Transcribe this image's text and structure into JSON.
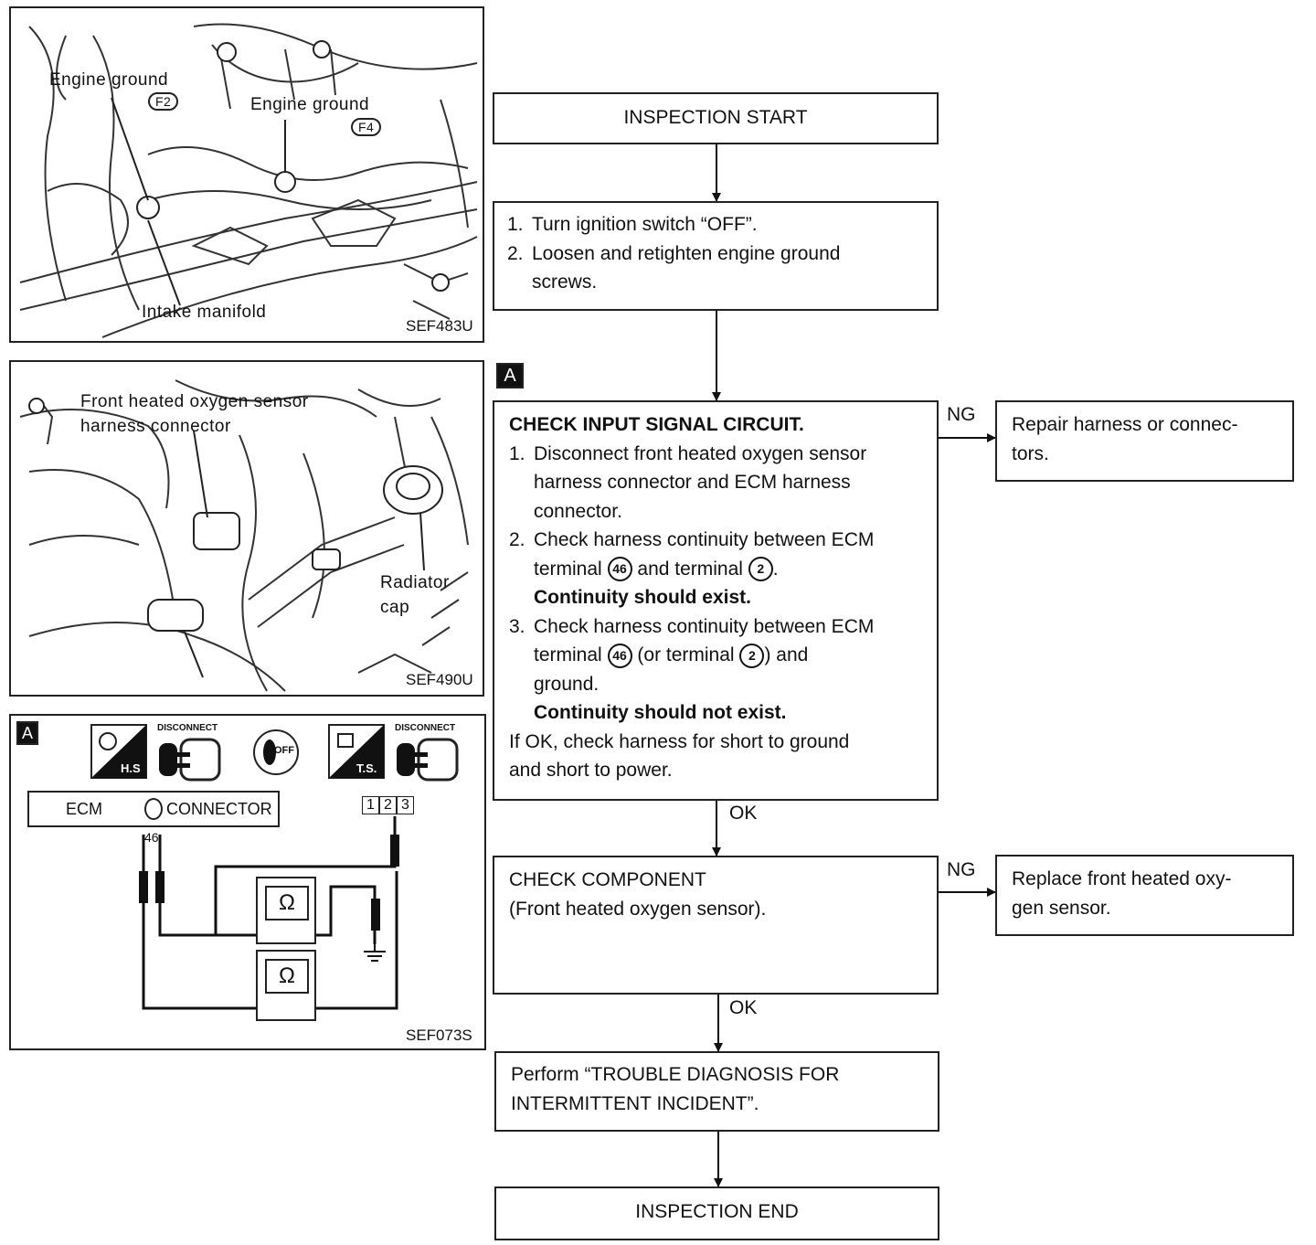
{
  "figure1": {
    "label_engine_ground_1": "Engine ground",
    "tag_f2": "F2",
    "label_engine_ground_2": "Engine ground",
    "tag_f4": "F4",
    "label_intake": "Intake manifold",
    "code": "SEF483U"
  },
  "figure2": {
    "label_sensor_1": "Front heated oxygen sensor",
    "label_sensor_2": "harness connector",
    "label_radiator_1": "Radiator",
    "label_radiator_2": "cap",
    "code": "SEF490U"
  },
  "figure3": {
    "marker": "A",
    "icon1_text": "H.S",
    "disconnect1": "DISCONNECT",
    "ignition_text": "OFF",
    "icon2_text": "T.S.",
    "disconnect2": "DISCONNECT",
    "ecm": "ECM",
    "connector": "CONNECTOR",
    "pin_46": "46",
    "pins": [
      "1",
      "2",
      "3"
    ],
    "ohm": "Ω",
    "code": "SEF073S"
  },
  "flow": {
    "start": "INSPECTION START",
    "step1_1": "Turn ignition switch “OFF”.",
    "step1_2a": "Loosen and retighten engine ground",
    "step1_2b": "screws.",
    "marker": "A",
    "check_title": "CHECK INPUT SIGNAL CIRCUIT.",
    "c1_a": "Disconnect front heated oxygen sensor",
    "c1_b": "harness connector and ECM harness",
    "c1_c": "connector.",
    "c2_a": "Check harness continuity between ECM",
    "c2_b1": "terminal",
    "c2_t1": "46",
    "c2_b2": "and terminal",
    "c2_t2": "2",
    "c2_bold": "Continuity should exist.",
    "c3_a": "Check harness continuity between ECM",
    "c3_b1": "terminal",
    "c3_t1": "46",
    "c3_b2": "(or terminal",
    "c3_t2": "2",
    "c3_b3": ") and",
    "c3_c": "ground.",
    "c3_bold": "Continuity should not exist.",
    "c_ok_a": "If OK, check harness for short to ground",
    "c_ok_b": "and short to power.",
    "ng1": "NG",
    "repair_a": "Repair harness or connec-",
    "repair_b": "tors.",
    "ok1": "OK",
    "component_a": "CHECK COMPONENT",
    "component_b": "(Front heated oxygen sensor).",
    "ng2": "NG",
    "replace_a": "Replace front heated oxy-",
    "replace_b": "gen sensor.",
    "ok2": "OK",
    "perform_a": "Perform “TROUBLE DIAGNOSIS FOR",
    "perform_b": "INTERMITTENT INCIDENT”.",
    "end": "INSPECTION END"
  }
}
